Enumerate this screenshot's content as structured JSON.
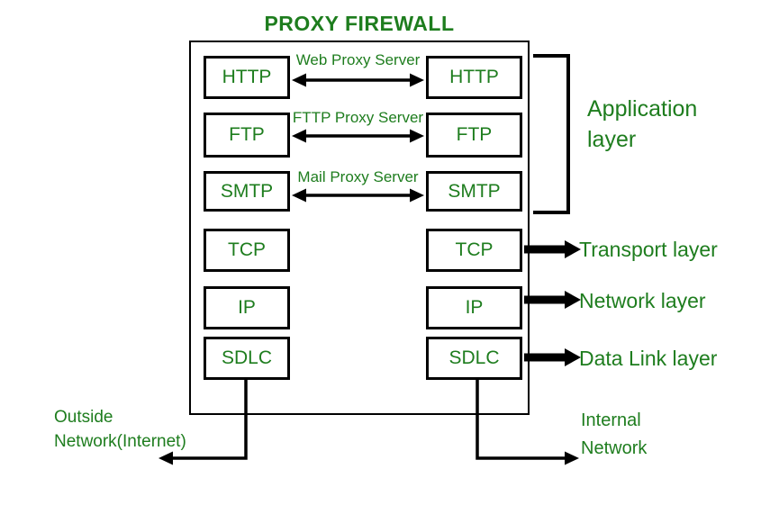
{
  "title": "PROXY FIREWALL",
  "stacks": {
    "left": [
      "HTTP",
      "FTP",
      "SMTP",
      "TCP",
      "IP",
      "SDLC"
    ],
    "right": [
      "HTTP",
      "FTP",
      "SMTP",
      "TCP",
      "IP",
      "SDLC"
    ]
  },
  "proxy_links": {
    "http": "Web Proxy Server",
    "ftp": "FTTP Proxy Server",
    "smtp": "Mail Proxy Server"
  },
  "layers": {
    "application": "Application layer",
    "transport": "Transport layer",
    "network": "Network layer",
    "data_link": "Data Link layer"
  },
  "endpoints": {
    "outside": "Outside Network(Internet)",
    "internal": "Internal Network"
  },
  "colors": {
    "text_green": "#1e7d1e",
    "line_black": "#000000",
    "background": "#ffffff"
  }
}
